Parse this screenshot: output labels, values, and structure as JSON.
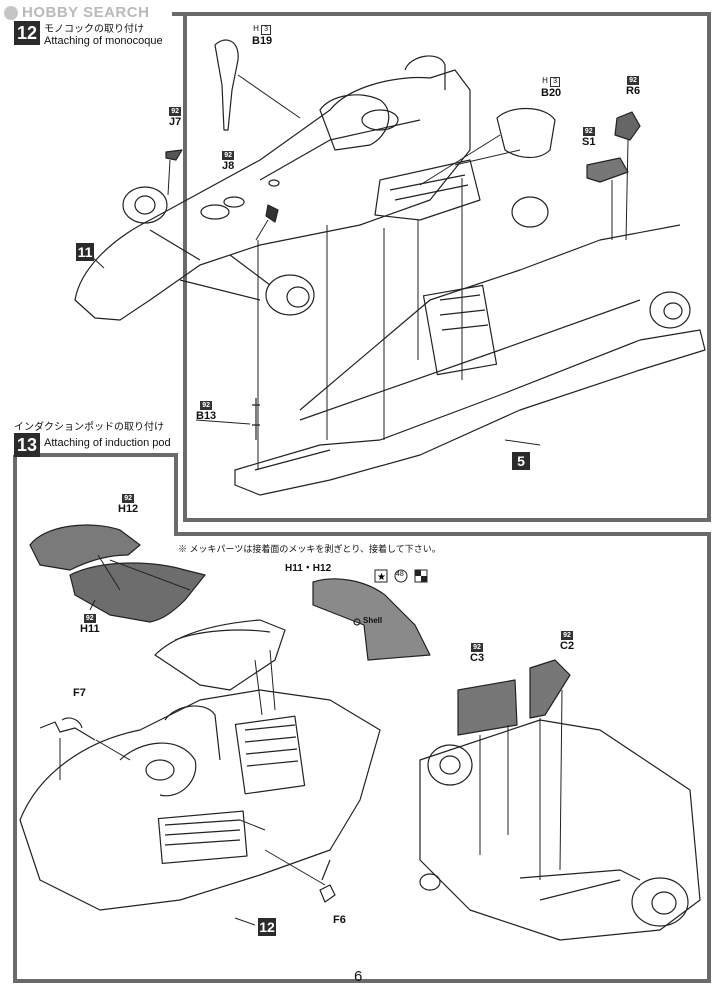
{
  "watermark": {
    "text": "HOBBY SEARCH"
  },
  "step12": {
    "number": "12",
    "title_jp": "モノコックの取り付け",
    "title_en": "Attaching of monocoque"
  },
  "step13": {
    "number": "13",
    "title_jp": "インダクションポッドの取り付け",
    "title_en": "Attaching of induction pod"
  },
  "parts12": {
    "b19": {
      "badge": "H",
      "box": "3",
      "label": "B19"
    },
    "j7": {
      "badge": "92",
      "label": "J7"
    },
    "j8": {
      "badge": "92",
      "label": "J8"
    },
    "b20": {
      "badge": "H",
      "box": "3",
      "label": "B20"
    },
    "r6": {
      "badge": "92",
      "label": "R6"
    },
    "s1": {
      "badge": "92",
      "label": "S1"
    },
    "b13": {
      "badge": "92",
      "label": "B13"
    }
  },
  "refs12": {
    "ref11": "11",
    "ref5": "5"
  },
  "parts13": {
    "h12": {
      "badge": "92",
      "label": "H12"
    },
    "h11": {
      "badge": "92",
      "label": "H11"
    },
    "c3": {
      "badge": "92",
      "label": "C3"
    },
    "c2": {
      "badge": "92",
      "label": "C2"
    },
    "f7": {
      "label": "F7"
    },
    "f6": {
      "label": "F6"
    }
  },
  "decal": {
    "title": "H11・H12",
    "number": "48",
    "brand": "Shell"
  },
  "plating_note": "※ メッキパーツは接着面のメッキを剥ぎとり、接着して下さい。",
  "refs13": {
    "ref12": "12"
  },
  "page_number": "6"
}
